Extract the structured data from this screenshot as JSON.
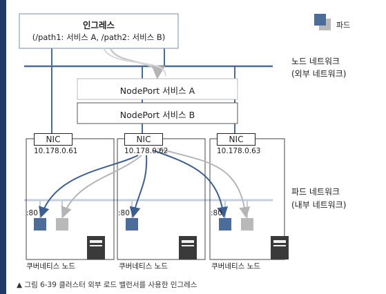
{
  "ingress": {
    "title": "인그레스",
    "paths": "(/path1: 서비스 A,   /path2: 서비스 B)"
  },
  "legend": {
    "pod_label": "파드"
  },
  "node_network": {
    "line1": "노드 네트워크",
    "line2": "(외부 네트워크)"
  },
  "pod_network": {
    "line1": "파드 네트워크",
    "line2": "(내부 네트워크)"
  },
  "services": {
    "a": "NodePort 서비스 A",
    "b": "NodePort 서비스 B"
  },
  "nodes": [
    {
      "nic": "NIC",
      "ip": "10.178.0.61",
      "port": ":80",
      "label": "쿠버네티스 노드"
    },
    {
      "nic": "NIC",
      "ip": "10.178.0.62",
      "port": ":80",
      "label": "쿠버네티스 노드"
    },
    {
      "nic": "NIC",
      "ip": "10.178.0.63",
      "port": ":80",
      "label": "쿠버네티스 노드"
    }
  ],
  "caption": "▲ 그림 6-39 클러스터 외부 로드 밸런서를 사용한 인그레스",
  "colors": {
    "node_net": "#4a6a96",
    "pod_net": "#c3cfdf",
    "pod_blue": "#4d6d99",
    "pod_gray": "#b9b9b9",
    "arrow_blue": "#3d5f90",
    "arrow_gray": "#b5b5b5",
    "left_bar": "#1f3a66",
    "server": "#3a3a3a"
  }
}
